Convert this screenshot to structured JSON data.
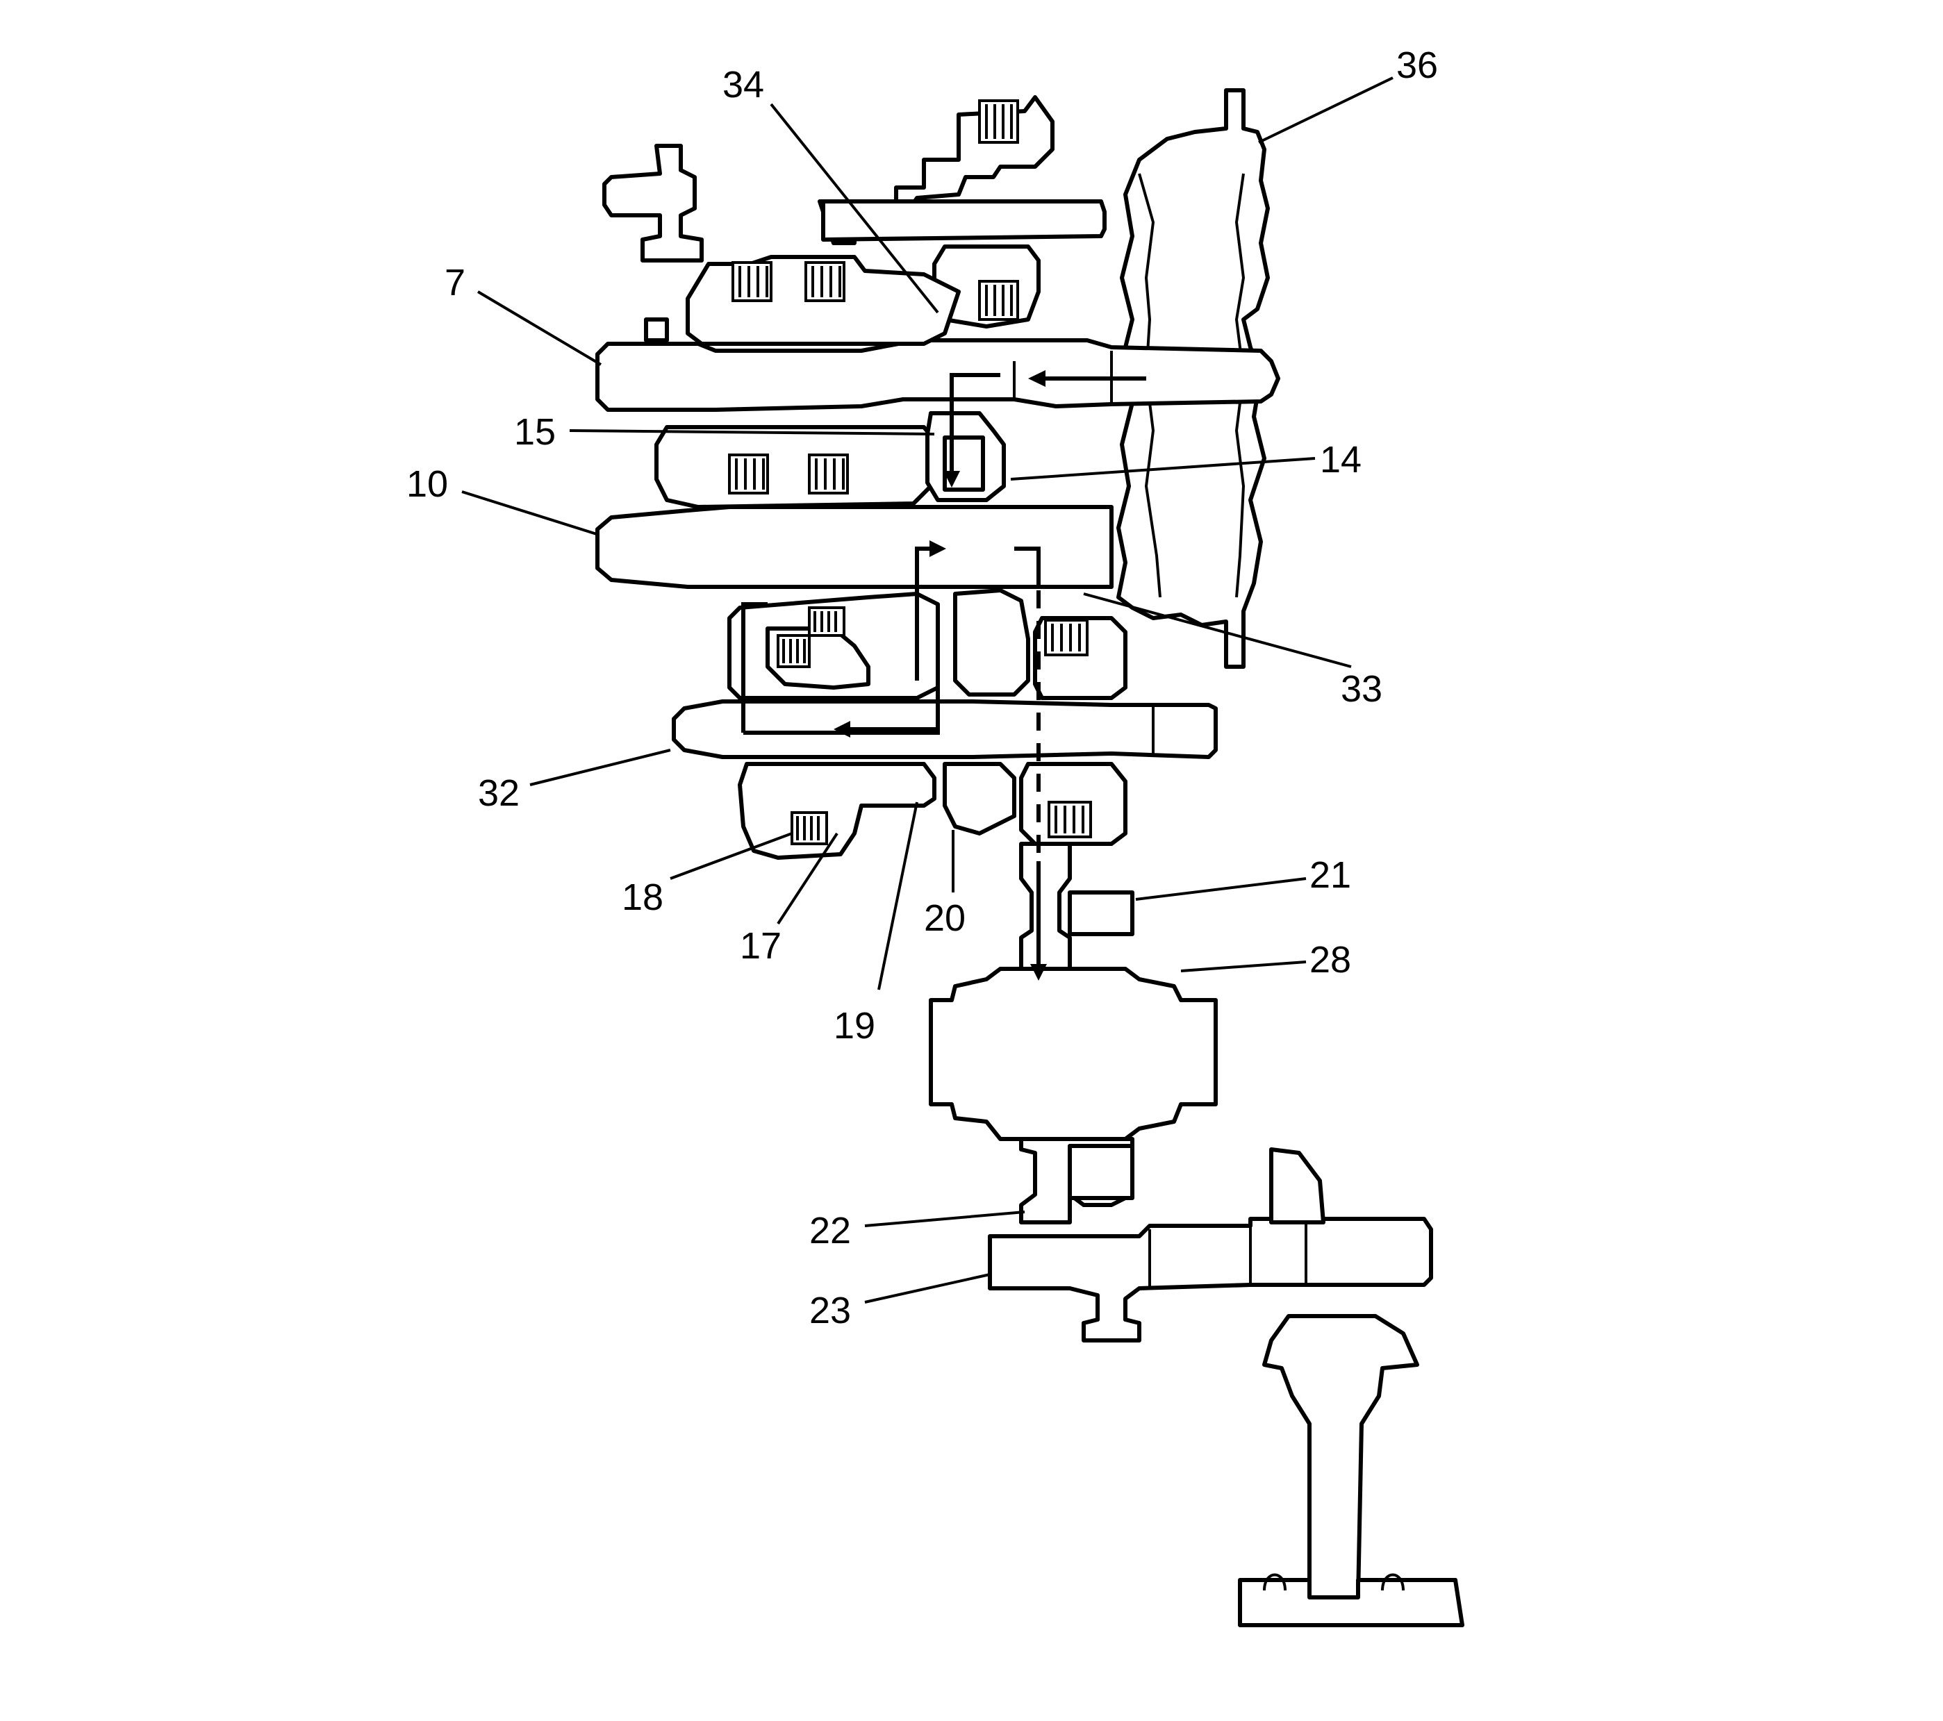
{
  "diagram": {
    "callouts": [
      {
        "id": "36",
        "label": "36"
      },
      {
        "id": "34",
        "label": "34"
      },
      {
        "id": "7",
        "label": "7"
      },
      {
        "id": "15",
        "label": "15"
      },
      {
        "id": "14",
        "label": "14"
      },
      {
        "id": "10",
        "label": "10"
      },
      {
        "id": "33",
        "label": "33"
      },
      {
        "id": "32",
        "label": "32"
      },
      {
        "id": "21",
        "label": "21"
      },
      {
        "id": "28",
        "label": "28"
      },
      {
        "id": "18",
        "label": "18"
      },
      {
        "id": "17",
        "label": "17"
      },
      {
        "id": "20",
        "label": "20"
      },
      {
        "id": "19",
        "label": "19"
      },
      {
        "id": "22",
        "label": "22"
      },
      {
        "id": "23",
        "label": "23"
      }
    ],
    "colors": {
      "line": "#000000",
      "background": "#ffffff"
    }
  }
}
